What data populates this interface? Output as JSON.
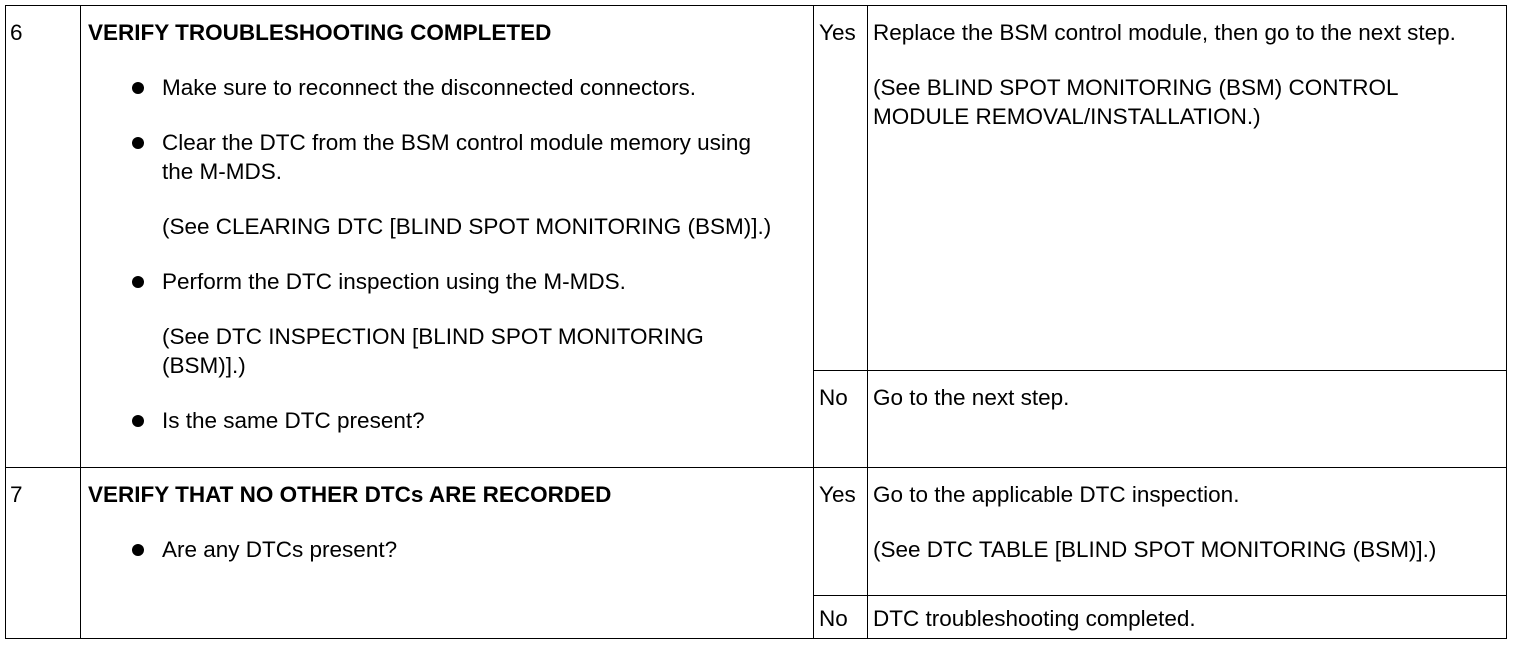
{
  "rows": [
    {
      "step": "6",
      "heading": "VERIFY TROUBLESHOOTING COMPLETED",
      "bullets": [
        {
          "text": "Make sure to reconnect the disconnected connectors.",
          "note": ""
        },
        {
          "text": "Clear the DTC from the BSM control module memory using the M-MDS.",
          "note": "(See CLEARING DTC [BLIND SPOT MONITORING (BSM)].)"
        },
        {
          "text": "Perform the DTC inspection using the M-MDS.",
          "note": "(See DTC INSPECTION [BLIND SPOT MONITORING (BSM)].)"
        },
        {
          "text": "Is the same DTC present?",
          "note": ""
        }
      ],
      "yes": {
        "label": "Yes",
        "action": "Replace the BSM control module, then go to the next step.",
        "note": "(See BLIND SPOT MONITORING (BSM) CONTROL MODULE REMOVAL/INSTALLATION.)"
      },
      "no": {
        "label": "No",
        "action": "Go to the next step.",
        "note": ""
      }
    },
    {
      "step": "7",
      "heading": "VERIFY THAT NO OTHER DTCs ARE RECORDED",
      "bullets": [
        {
          "text": "Are any DTCs present?",
          "note": ""
        }
      ],
      "yes": {
        "label": "Yes",
        "action": "Go to the applicable DTC inspection.",
        "note": "(See DTC TABLE [BLIND SPOT MONITORING (BSM)].)"
      },
      "no": {
        "label": "No",
        "action": "DTC troubleshooting completed.",
        "note": ""
      }
    }
  ]
}
